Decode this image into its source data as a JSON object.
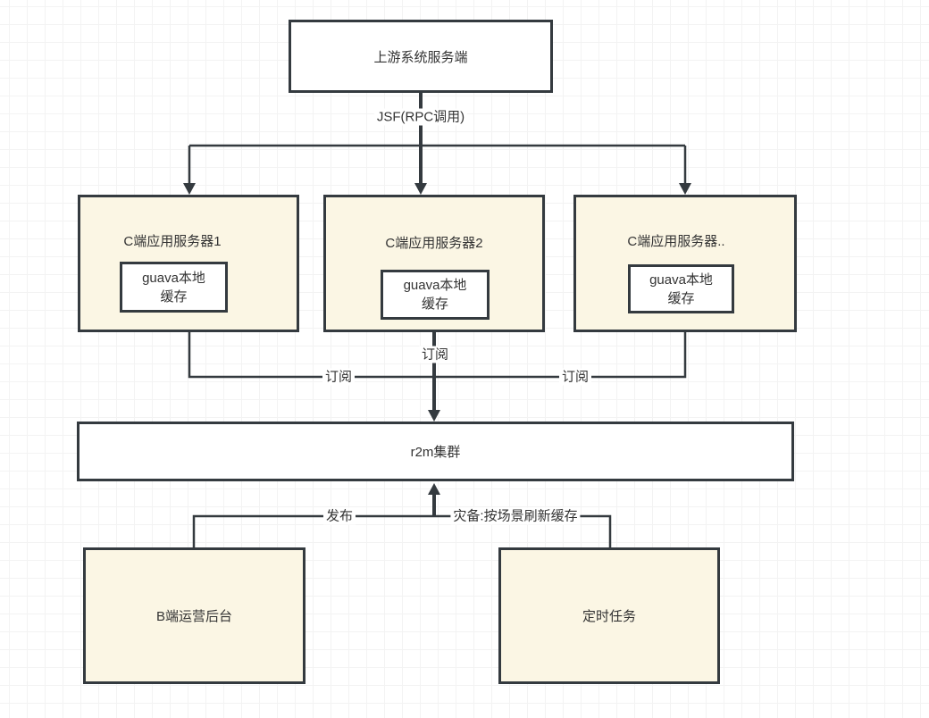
{
  "nodes": {
    "upstream": {
      "label": "上游系统服务端"
    },
    "server1": {
      "label": "C端应用服务器1",
      "cache": "guava本地\n缓存"
    },
    "server2": {
      "label": "C端应用服务器2",
      "cache": "guava本地\n缓存"
    },
    "server3": {
      "label": "C端应用服务器..",
      "cache": "guava本地\n缓存"
    },
    "r2m": {
      "label": "r2m集群"
    },
    "admin": {
      "label": "B端运营后台"
    },
    "cron": {
      "label": "定时任务"
    }
  },
  "edge_labels": {
    "rpc": "JSF(RPC调用)",
    "subscribe_center": "订阅",
    "subscribe_left": "订阅",
    "subscribe_right": "订阅",
    "publish": "发布",
    "disaster_recovery": "灾备:按场景刷新缓存"
  },
  "colors": {
    "stroke": "#343a3f",
    "text": "#333333",
    "node_fill_cream": "#fbf6e4",
    "node_fill_white": "#ffffff",
    "grid_minor": "#f3f3f3",
    "grid_major": "#e7e7e7",
    "canvas_bg": "#ffffff"
  }
}
